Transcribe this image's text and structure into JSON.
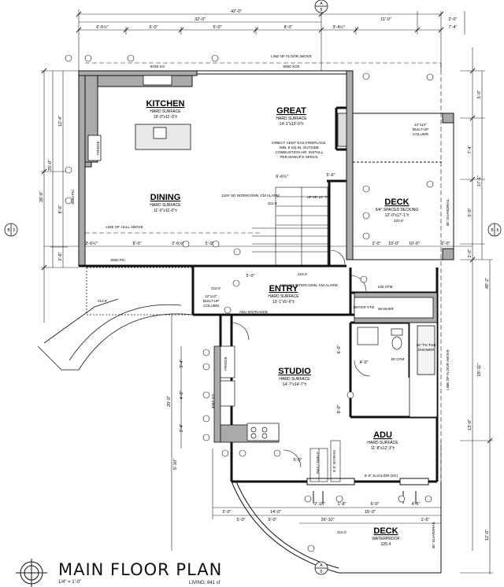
{
  "rooms": {
    "kitchen": {
      "name": "KITCHEN",
      "surface": "HARD SURFACE",
      "size": "15'-0\"x11'-0\"±"
    },
    "great": {
      "name": "GREAT",
      "surface": "HARD SURFACE",
      "size": "14'-1\"x13'-0\"±"
    },
    "dining": {
      "name": "DINING",
      "surface": "HARD SURFACE",
      "size": "11'-0\"x11'-0\"±"
    },
    "deck_upper": {
      "name": "DECK",
      "surface": "5/4\" SPACED DECKING",
      "size": "12'-0\"x17'-1\"±"
    },
    "entry": {
      "name": "ENTRY",
      "surface": "HARD SURFACE",
      "size": "13'-1\"x5'-6\"±"
    },
    "studio": {
      "name": "STUDIO",
      "surface": "HARD SURFACE",
      "size": "14'-7\"x14'-7\"±"
    },
    "adu": {
      "name": "ADU",
      "surface": "HARD SURFACE",
      "size": "11'-8\"x12'-3\"±"
    },
    "deck_lower": {
      "name": "DECK",
      "surface": "WATERPROOF"
    }
  },
  "notes": {
    "fireplace": [
      "DIRECT VENT GAS FIREPLACE.",
      "MIN. 8 SQ.IN. OUTSIDE",
      "COMBUSTION AIR. INSTALL",
      "PER MANUF'S SPECS."
    ],
    "line_floor_above": "LINE OF FLOOR ABOVE",
    "line_hall_above": "LINE OF HALL ABOVE",
    "builtup_col_a": [
      "12\"x12\"",
      "BUILT-UP",
      "COLUMN"
    ],
    "builtup_col_b": [
      "12\"x12\"",
      "BUILT-UP",
      "COLUMN"
    ],
    "guardrail": "36\" GUARDRAIL",
    "guardrail2": "36\" GUARDRAIL",
    "line_floor_above_v": "LINE OF FLOOR ABOVE",
    "adu_entrance": "ADU ENTRANCE",
    "dryer": "DRYER VTD",
    "washer": "WASHER",
    "shower": [
      "32\" FG TUB",
      "SHOWER"
    ],
    "smoke": "110V SD INTERCONN. CM ALARM",
    "smoke2": "110V SD INTERCONN. CM ALARM",
    "stairs": "UP 5R 10\" TR",
    "fridge": "FRIDGE",
    "fridge2": "FRIDGE",
    "bypass": "4'-0\" BYPASS",
    "shelf": "P&S / SHELF",
    "slider": "6'-0\" SL/GL/DR (SG)",
    "fan": "100 CFM",
    "fan2": "50 CFM",
    "window_top1": "8036 XO",
    "window_top2": "8050 XOX",
    "window_left": "8050 PIC",
    "window_bottom": "8050 PIC",
    "window_studio": "4040 XO",
    "elev_222": "222.6'",
    "elev_218a": "218.0'",
    "elev_218b": "218.0'",
    "elev_218c": "218.0'",
    "elev_2148": "214.8'",
    "elev_deck": "225.4",
    "elev_2206": "220.6'"
  },
  "dims": {
    "top_overall": "32'-0\"",
    "top_total": "42'-0\"",
    "top_right": "11'-0\"",
    "top_a": "6'-5½\"",
    "top_b": "5'-0\"",
    "top_c": "5'-0\"",
    "top_d": "8'-0\"",
    "top_e": "3'-4½\"",
    "top_f": "2'-0\"",
    "top_g": "7'-4\"",
    "left_a": "12'-4\"",
    "left_b": "8'-0\"",
    "left_c": "25'-0\"",
    "left_d": "26'-0\"",
    "left_e": "2'-6\"",
    "right_a": "5'-0\"",
    "right_b": "7'-4\"",
    "right_c": "17'-1\"",
    "right_d": "5'-0\"",
    "right_e": "2'-0\"",
    "right_f": "49'-2\"",
    "right_g": "13'-0\"",
    "right_h": "29'-11\"",
    "right_i": "12'-0\"",
    "mid_a": "2'-6½\"",
    "mid_b": "8'-0\"",
    "mid_c": "5'-0\"",
    "mid_d": "2'-6½\"",
    "mid_e": "6'-6¾\"",
    "mid_f": "5'-6\"",
    "mid_g": "10'-0\"",
    "mid_h": "5'-0\"",
    "mid_i": "2'-0\"",
    "studio_a": "3'-4\"",
    "studio_b": "4'-0\"",
    "studio_c": "3'-4\"",
    "studio_d": "20'-0\"",
    "studio_e": "5'-10\"",
    "studio_f": "6'-0\"",
    "studio_g": "8'-0\"",
    "studio_h": "4'-0\"",
    "bot_a": "2'-10\"",
    "bot_b": "1'-8\"",
    "bot_c": "6'-0\"",
    "bot_d": "4'-6\"",
    "bot_e": "2'-0\"",
    "bot_f": "15'-0\"",
    "bot_g": "14'-0\"",
    "bot_h": "26'-10\"",
    "bot_i": "5'-0\"",
    "bot_j": "1'-6\"",
    "bot_k": "9'-0\"",
    "bot_l": "5'-0\"",
    "deck_a": "2'-0\"",
    "deck_b": "10'-0\""
  },
  "markers": {
    "section_top": "A",
    "section_top_num": "5",
    "section_bot": "A",
    "section_bot_num": "5",
    "section_left": "B",
    "section_left_num": "5",
    "section_right": "B",
    "section_right_num": "5"
  },
  "title": {
    "text": "MAIN FLOOR PLAN",
    "scale": "1/4\" = 1'-0\"",
    "living": "LIVING: 841 sf"
  }
}
